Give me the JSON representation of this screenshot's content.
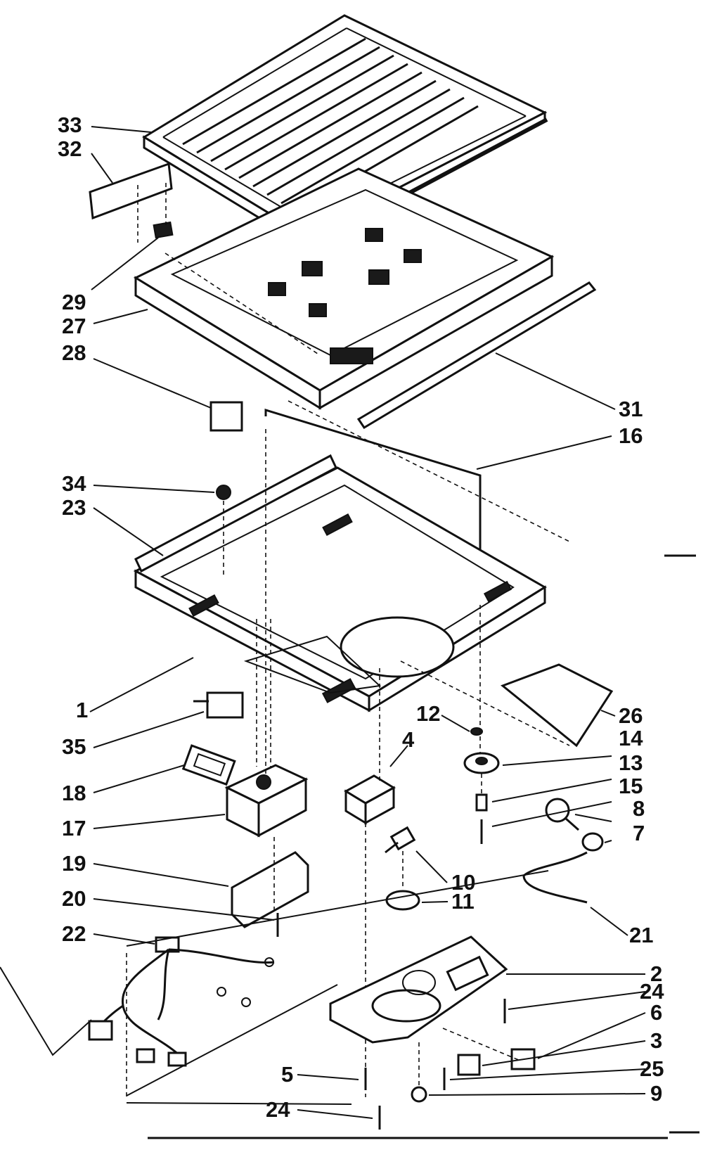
{
  "diagram": {
    "callouts": [
      {
        "id": "c33",
        "label": "33"
      },
      {
        "id": "c32",
        "label": "32"
      },
      {
        "id": "c29",
        "label": "29"
      },
      {
        "id": "c27",
        "label": "27"
      },
      {
        "id": "c28",
        "label": "28"
      },
      {
        "id": "c31",
        "label": "31"
      },
      {
        "id": "c16",
        "label": "16"
      },
      {
        "id": "c34",
        "label": "34"
      },
      {
        "id": "c23",
        "label": "23"
      },
      {
        "id": "c1",
        "label": "1"
      },
      {
        "id": "c35",
        "label": "35"
      },
      {
        "id": "c26",
        "label": "26"
      },
      {
        "id": "c12",
        "label": "12"
      },
      {
        "id": "c4",
        "label": "4"
      },
      {
        "id": "c14",
        "label": "14"
      },
      {
        "id": "c13",
        "label": "13"
      },
      {
        "id": "c15",
        "label": "15"
      },
      {
        "id": "c8",
        "label": "8"
      },
      {
        "id": "c7",
        "label": "7"
      },
      {
        "id": "c18",
        "label": "18"
      },
      {
        "id": "c17",
        "label": "17"
      },
      {
        "id": "c10",
        "label": "10"
      },
      {
        "id": "c11",
        "label": "11"
      },
      {
        "id": "c19",
        "label": "19"
      },
      {
        "id": "c20",
        "label": "20"
      },
      {
        "id": "c21",
        "label": "21"
      },
      {
        "id": "c22",
        "label": "22"
      },
      {
        "id": "c2",
        "label": "2"
      },
      {
        "id": "c24a",
        "label": "24"
      },
      {
        "id": "c6",
        "label": "6"
      },
      {
        "id": "c3",
        "label": "3"
      },
      {
        "id": "c5",
        "label": "5"
      },
      {
        "id": "c25",
        "label": "25"
      },
      {
        "id": "c24b",
        "label": "24"
      },
      {
        "id": "c9",
        "label": "9"
      }
    ]
  }
}
